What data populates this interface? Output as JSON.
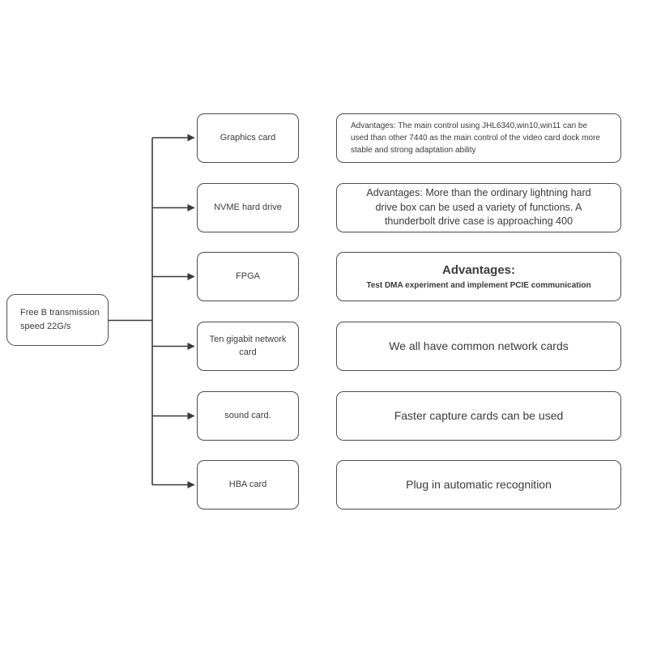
{
  "root": {
    "label": "Free B transmission speed 22G/s"
  },
  "rows": [
    {
      "label": "Graphics card",
      "description": "Advantages: The main control using JHL6340,win10,win11 can be used than other 7440 as the main control of the video card dock more stable and strong adaptation ability"
    },
    {
      "label": "NVME hard drive",
      "description": "Advantages: More than the ordinary lightning hard drive box can be used a variety of functions. A thunderbolt drive case is approaching 400"
    },
    {
      "label": "FPGA",
      "description_title": "Advantages:",
      "description": "Test DMA experiment and implement PCIE communication"
    },
    {
      "label": "Ten gigabit network card",
      "description": "We all have common network cards"
    },
    {
      "label": "sound card.",
      "description": "Faster capture cards can be used"
    },
    {
      "label": "HBA card",
      "description": "Plug in automatic recognition"
    }
  ],
  "colors": {
    "line": "#3a3a3a",
    "border": "#4d4d4d",
    "text": "#3b3b3b",
    "background": "#ffffff"
  }
}
